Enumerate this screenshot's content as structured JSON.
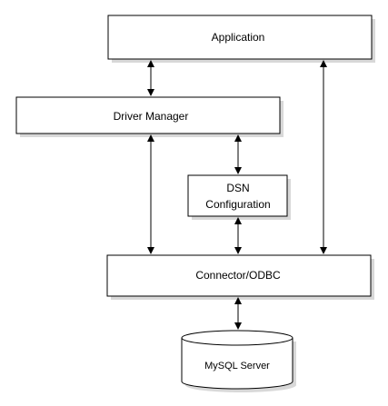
{
  "diagram": {
    "nodes": {
      "application": "Application",
      "driver_manager": "Driver Manager",
      "dsn_configuration_line1": "DSN",
      "dsn_configuration_line2": "Configuration",
      "connector_odbc": "Connector/ODBC",
      "mysql_server": "MySQL Server"
    },
    "edges": [
      {
        "from": "application",
        "to": "driver_manager",
        "direction": "both"
      },
      {
        "from": "application",
        "to": "connector_odbc",
        "direction": "both"
      },
      {
        "from": "driver_manager",
        "to": "dsn_configuration",
        "direction": "both"
      },
      {
        "from": "driver_manager",
        "to": "connector_odbc",
        "direction": "both"
      },
      {
        "from": "dsn_configuration",
        "to": "connector_odbc",
        "direction": "both"
      },
      {
        "from": "connector_odbc",
        "to": "mysql_server",
        "direction": "both"
      }
    ]
  }
}
